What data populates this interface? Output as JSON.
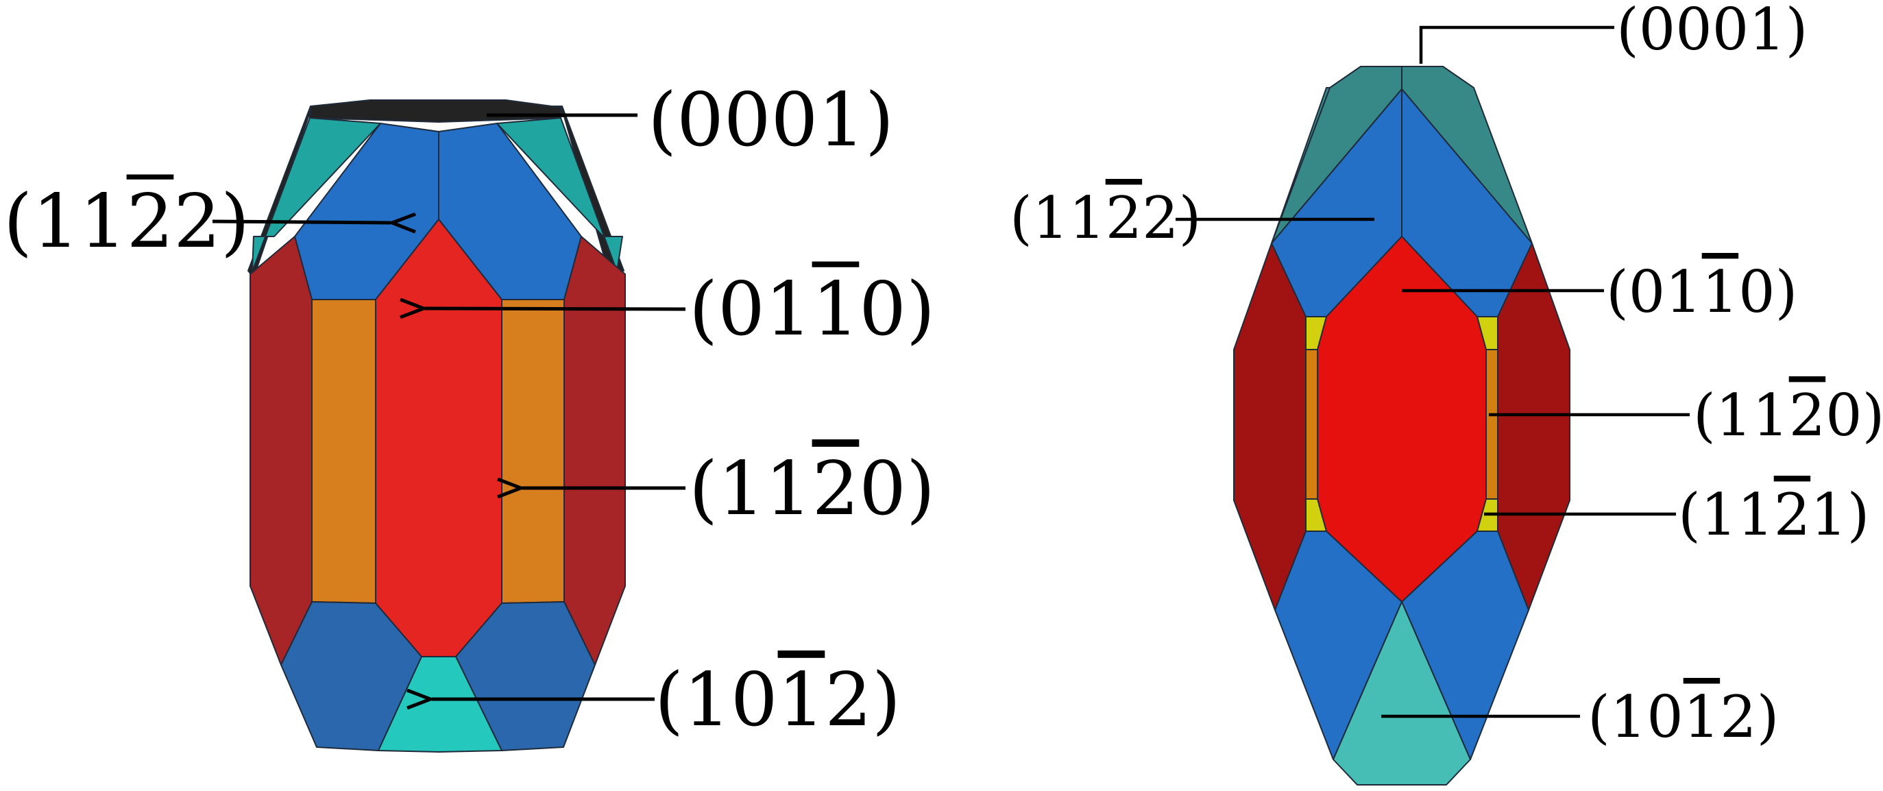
{
  "colors": {
    "basal_top": "#232323",
    "pyramid_11_2_2": "#2470c6",
    "prism_01_1_0": "#e52522",
    "prism_11_2_0": "#d77f1f",
    "pyramid_10_1_2": "#25c8bd",
    "side_dark_red": "#a72427",
    "upper_teal": "#21a5a0",
    "lower_blue": "#2a67ad",
    "right_top_teal": "#378987",
    "right_red": "#e4110f",
    "right_dark_red": "#a11212",
    "right_yellow": "#d1d10f",
    "right_orange": "#d38011",
    "right_bottom_teal": "#46bdb5"
  },
  "left_crystal": {
    "labels": {
      "basal": "(0001)",
      "pyramid_upper": "(11¯22)",
      "prism_m": "(01¯10)",
      "prism_a": "(11¯20)",
      "pyramid_lower": "(10¯12)"
    }
  },
  "right_crystal": {
    "labels": {
      "basal": "(0001)",
      "pyramid_upper": "(11¯22)",
      "prism_m": "(01¯10)",
      "prism_a": "(11¯20)",
      "pyramid_small": "(11¯21)",
      "pyramid_lower": "(10¯12)"
    }
  }
}
